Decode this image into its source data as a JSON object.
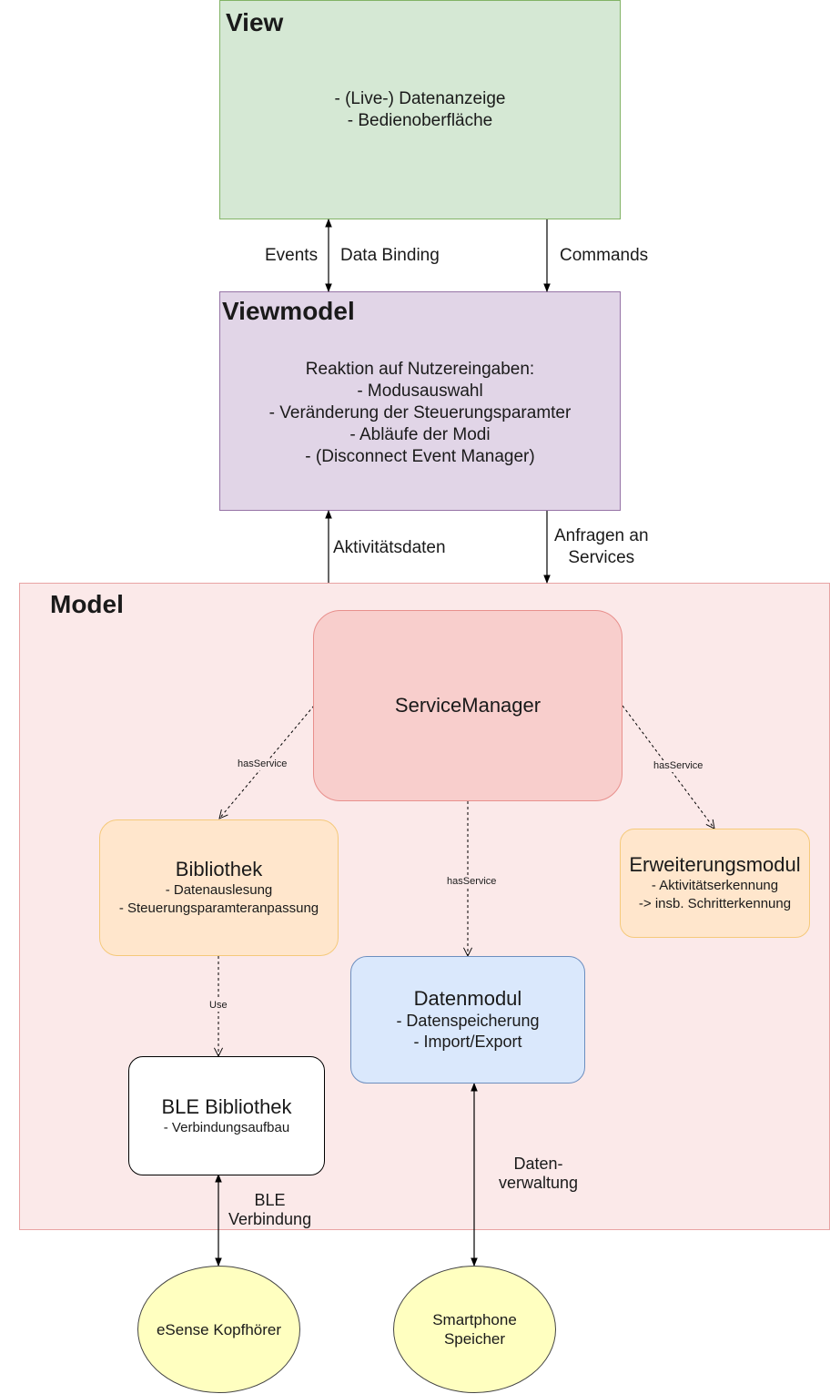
{
  "view": {
    "title": "View",
    "content": "- (Live-) Datenanzeige\n- Bedienoberfläche"
  },
  "viewmodel": {
    "title": "Viewmodel",
    "content": "Reaktion auf Nutzereingaben:\n- Modusauswahl\n- Veränderung der Steuerungsparamter\n- Abläufe der Modi\n- (Disconnect Event Manager)"
  },
  "model": {
    "title": "Model"
  },
  "edges": {
    "events": "Events",
    "data_binding": "Data Binding",
    "commands": "Commands",
    "aktivitaetsdaten": "Aktivitätsdaten",
    "anfragen": "Anfragen an\nServices",
    "has_service_left": "hasService",
    "has_service_right": "hasService",
    "has_service_middle": "hasService",
    "use": "Use",
    "ble_verbindung": "BLE\nVerbindung",
    "datenverwaltung": "Daten-\nverwaltung"
  },
  "nodes": {
    "service_manager": {
      "title": "ServiceManager"
    },
    "bibliothek": {
      "title": "Bibliothek",
      "sub": "- Datenauslesung\n- Steuerungsparamteranpassung"
    },
    "erweiterungsmodul": {
      "title": "Erweiterungsmodul",
      "sub": "- Aktivitätserkennung\n-> insb. Schritterkennung"
    },
    "datenmodul": {
      "title": "Datenmodul",
      "sub": "- Datenspeicherung\n- Import/Export"
    },
    "ble_bibliothek": {
      "title": "BLE Bibliothek",
      "sub": "- Verbindungsaufbau"
    },
    "esense": {
      "title": "eSense Kopfhörer"
    },
    "smartphone": {
      "title": "Smartphone\nSpeicher"
    }
  },
  "colors": {
    "view_fill": "#d5e8d4",
    "view_stroke": "#82b366",
    "viewmodel_fill": "#e1d5e7",
    "viewmodel_stroke": "#9673a6",
    "model_fill": "#fbe9e9",
    "model_stroke": "#e8a3a3",
    "service_fill": "#f8cecc",
    "service_stroke": "#e88f8c",
    "orange_fill": "#ffe6cc",
    "orange_stroke": "#f5c97a",
    "blue_fill": "#dae8fc",
    "blue_stroke": "#6c8ebf",
    "ellipse_fill": "#ffffc0"
  }
}
